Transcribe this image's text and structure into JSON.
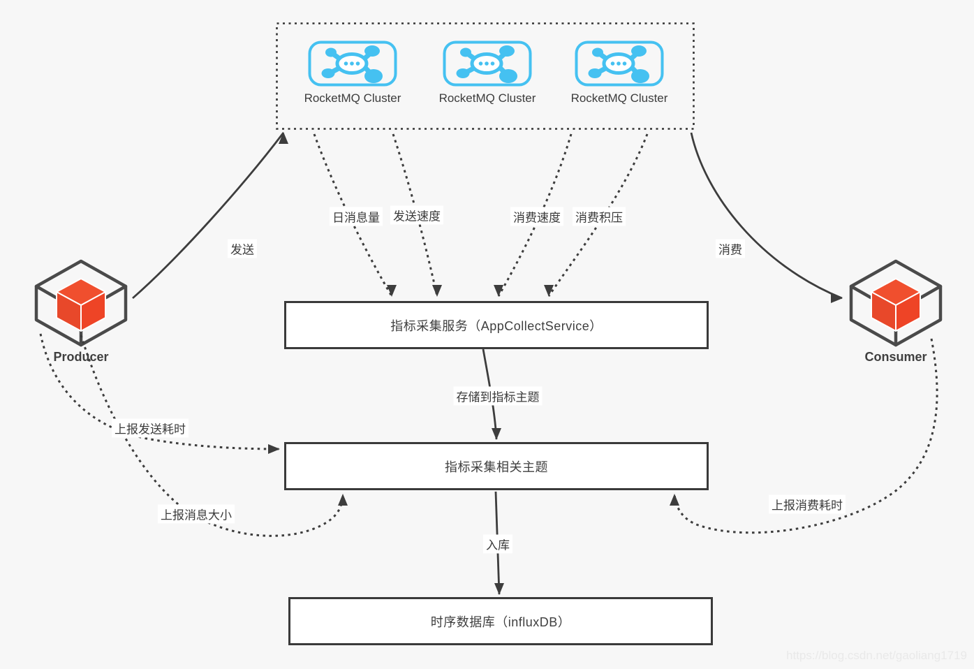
{
  "cluster_panel": {
    "items": [
      {
        "label": "RocketMQ Cluster"
      },
      {
        "label": "RocketMQ Cluster"
      },
      {
        "label": "RocketMQ Cluster"
      }
    ]
  },
  "nodes": {
    "producer": {
      "label": "Producer"
    },
    "consumer": {
      "label": "Consumer"
    },
    "collect_service": {
      "label": "指标采集服务（AppCollectService）"
    },
    "metric_topics": {
      "label": "指标采集相关主题"
    },
    "time_series_db": {
      "label": "时序数据库（influxDB）"
    }
  },
  "edges": {
    "send": {
      "label": "发送",
      "style": "solid",
      "from": "producer",
      "to": "rocketmq-cluster"
    },
    "consume": {
      "label": "消费",
      "style": "solid",
      "from": "rocketmq-cluster",
      "to": "consumer"
    },
    "daily_message_count": {
      "label": "日消息量",
      "style": "dotted",
      "from": "rocketmq-cluster",
      "to": "collect_service"
    },
    "send_rate": {
      "label": "发送速度",
      "style": "dotted",
      "from": "rocketmq-cluster",
      "to": "collect_service"
    },
    "consume_rate": {
      "label": "消费速度",
      "style": "dotted",
      "from": "rocketmq-cluster",
      "to": "collect_service"
    },
    "consume_backlog": {
      "label": "消费积压",
      "style": "dotted",
      "from": "rocketmq-cluster",
      "to": "collect_service"
    },
    "store_to_metric_topic": {
      "label": "存储到指标主题",
      "style": "solid",
      "from": "collect_service",
      "to": "metric_topics"
    },
    "report_send_cost": {
      "label": "上报发送耗时",
      "style": "dotted",
      "from": "producer",
      "to": "metric_topics"
    },
    "report_message_size": {
      "label": "上报消息大小",
      "style": "dotted",
      "from": "producer",
      "to": "metric_topics"
    },
    "report_consume_cost": {
      "label": "上报消费耗时",
      "style": "dotted",
      "from": "consumer",
      "to": "metric_topics"
    },
    "into_db": {
      "label": "入库",
      "style": "solid",
      "from": "metric_topics",
      "to": "time_series_db"
    }
  },
  "watermark": {
    "text": "https://blog.csdn.net/gaoliang1719"
  },
  "colors": {
    "background": "#f7f7f7",
    "line": "#3d3d3d",
    "box_border": "#3a3a3a",
    "box_fill": "#ffffff",
    "rocketmq_blue": "#45c1f1",
    "cube_red": "#ee4426",
    "cube_outline": "#4a4a4a",
    "watermark": "#e9e9e9"
  }
}
